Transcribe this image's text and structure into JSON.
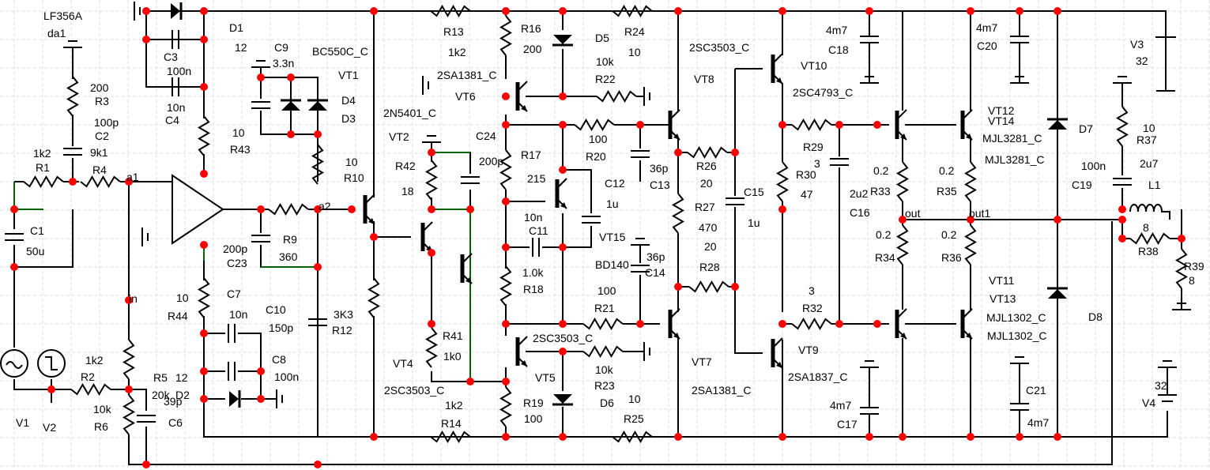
{
  "opamp": {
    "model": "LF356A",
    "ref": "da1"
  },
  "nets": {
    "a1": "a1",
    "a2": "a2",
    "in": "in",
    "out": "out",
    "out1": "out1"
  },
  "components": {
    "R1": {
      "ref": "R1",
      "value": "1k2"
    },
    "R2": {
      "ref": "R2",
      "value": "1k2"
    },
    "R3": {
      "ref": "R3",
      "value": "200"
    },
    "R4": {
      "ref": "R4",
      "value": "9k1"
    },
    "R5": {
      "ref": "R5",
      "value": "20k"
    },
    "R6": {
      "ref": "R6",
      "value": "10k"
    },
    "R9": {
      "ref": "R9",
      "value": "360"
    },
    "R10": {
      "ref": "R10",
      "value": "10"
    },
    "R12": {
      "ref": "R12",
      "value": "3K3"
    },
    "R13": {
      "ref": "R13",
      "value": "1k2"
    },
    "R14": {
      "ref": "R14",
      "value": "1k2"
    },
    "R16": {
      "ref": "R16",
      "value": "200"
    },
    "R17": {
      "ref": "R17",
      "value": "215"
    },
    "R18": {
      "ref": "R18",
      "value": "1.0k"
    },
    "R19": {
      "ref": "R19",
      "value": "100"
    },
    "R20": {
      "ref": "R20",
      "value": "100"
    },
    "R21": {
      "ref": "R21",
      "value": "100"
    },
    "R22": {
      "ref": "R22",
      "value": "10k"
    },
    "R23": {
      "ref": "R23",
      "value": "10k"
    },
    "R24": {
      "ref": "R24",
      "value": "10"
    },
    "R25": {
      "ref": "R25",
      "value": "10"
    },
    "R26": {
      "ref": "R26",
      "value": "20"
    },
    "R27": {
      "ref": "R27",
      "value": "470"
    },
    "R28": {
      "ref": "R28",
      "value": "20"
    },
    "R29": {
      "ref": "R29",
      "value": "3"
    },
    "R30": {
      "ref": "R30",
      "value": "47"
    },
    "R32": {
      "ref": "R32",
      "value": "3"
    },
    "R33": {
      "ref": "R33",
      "value": "0.2"
    },
    "R34": {
      "ref": "R34",
      "value": "0.2"
    },
    "R35": {
      "ref": "R35",
      "value": "0.2"
    },
    "R36": {
      "ref": "R36",
      "value": "0.2"
    },
    "R37": {
      "ref": "R37",
      "value": "10"
    },
    "R38": {
      "ref": "R38",
      "value": "8"
    },
    "R39": {
      "ref": "R39",
      "value": "8"
    },
    "R41": {
      "ref": "R41",
      "value": "1k0"
    },
    "R42": {
      "ref": "R42",
      "value": "18"
    },
    "R43": {
      "ref": "R43",
      "value": "10"
    },
    "R44": {
      "ref": "R44",
      "value": "10"
    },
    "C1": {
      "ref": "C1",
      "value": "50u"
    },
    "C2": {
      "ref": "C2",
      "value": "100p"
    },
    "C3": {
      "ref": "C3",
      "value": "100n"
    },
    "C4": {
      "ref": "C4",
      "value": "10n"
    },
    "C6": {
      "ref": "C6",
      "value": "39p"
    },
    "C7": {
      "ref": "C7",
      "value": "10n"
    },
    "C8": {
      "ref": "C8",
      "value": "100n"
    },
    "C9": {
      "ref": "C9",
      "value": "3.3n"
    },
    "C10": {
      "ref": "C10",
      "value": "150p"
    },
    "C11": {
      "ref": "C11",
      "value": "10n"
    },
    "C12": {
      "ref": "C12",
      "value": "1u"
    },
    "C13": {
      "ref": "C13",
      "value": "36p"
    },
    "C14": {
      "ref": "C14",
      "value": "36p"
    },
    "C15": {
      "ref": "C15",
      "value": "1u"
    },
    "C16": {
      "ref": "C16",
      "value": "2u2"
    },
    "C17": {
      "ref": "C17",
      "value": "4m7"
    },
    "C18": {
      "ref": "C18",
      "value": "4m7"
    },
    "C19": {
      "ref": "C19",
      "value": "100n"
    },
    "C20": {
      "ref": "C20",
      "value": "4m7"
    },
    "C21": {
      "ref": "C21",
      "value": "4m7"
    },
    "C23": {
      "ref": "C23",
      "value": "200p"
    },
    "C24": {
      "ref": "C24",
      "value": "200p"
    },
    "D1": {
      "ref": "D1",
      "value": "12"
    },
    "D2": {
      "ref": "D2",
      "value": "12"
    },
    "D3": {
      "ref": "D3"
    },
    "D4": {
      "ref": "D4"
    },
    "D5": {
      "ref": "D5"
    },
    "D6": {
      "ref": "D6"
    },
    "D7": {
      "ref": "D7"
    },
    "D8": {
      "ref": "D8"
    },
    "L1": {
      "ref": "L1",
      "value": "2u7"
    },
    "V1": {
      "ref": "V1"
    },
    "V2": {
      "ref": "V2"
    },
    "V3": {
      "ref": "V3",
      "value": "32"
    },
    "V4": {
      "ref": "V4",
      "value": "32"
    },
    "VT1": {
      "ref": "VT1",
      "model": "BC550C_C"
    },
    "VT2": {
      "ref": "VT2",
      "model": "2N5401_C"
    },
    "VT4": {
      "ref": "VT4",
      "model": "2SC3503_C"
    },
    "VT5": {
      "ref": "VT5",
      "model": "2SC3503_C"
    },
    "VT6": {
      "ref": "VT6",
      "model": "2SA1381_C"
    },
    "VT7": {
      "ref": "VT7",
      "model": "2SA1381_C"
    },
    "VT8": {
      "ref": "VT8",
      "model": "2SC3503_C"
    },
    "VT9": {
      "ref": "VT9",
      "model": "2SA1837_C"
    },
    "VT10": {
      "ref": "VT10",
      "model": "2SC4793_C"
    },
    "VT11": {
      "ref": "VT11",
      "model": "MJL1302_C"
    },
    "VT12": {
      "ref": "VT12",
      "model": "MJL3281_C"
    },
    "VT13": {
      "ref": "VT13",
      "model": "MJL1302_C"
    },
    "VT14": {
      "ref": "VT14",
      "model": "MJL3281_C"
    },
    "VT15": {
      "ref": "VT15",
      "model": "BD140"
    }
  },
  "colors": {
    "wire": "#000000",
    "highlighted_wire": "#006400",
    "junction": "#ff0000",
    "grid": "#dcdcdc"
  }
}
